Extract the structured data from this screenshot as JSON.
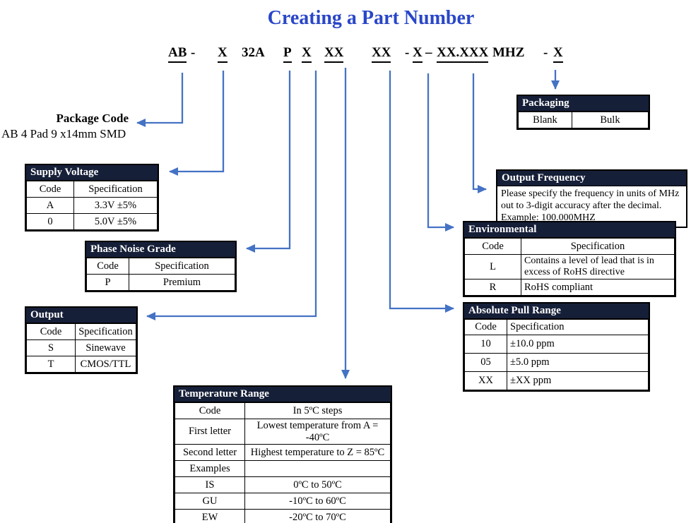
{
  "title": "Creating a Part Number",
  "colors": {
    "title_blue": "#2946C8",
    "arrow_blue": "#4472C4",
    "table_header_navy": "#161F38"
  },
  "part_number": {
    "segments": [
      {
        "text": "AB",
        "underlined": true
      },
      {
        "text": "-",
        "underlined": false
      },
      {
        "text": "X",
        "underlined": true
      },
      {
        "text": "32A",
        "underlined": false
      },
      {
        "text": "P",
        "underlined": true
      },
      {
        "text": "X",
        "underlined": true
      },
      {
        "text": "XX",
        "underlined": true
      },
      {
        "text": "XX",
        "underlined": true
      },
      {
        "text": "-",
        "underlined": false
      },
      {
        "text": "X",
        "underlined": true
      },
      {
        "text": "–",
        "underlined": false
      },
      {
        "text": "XX.XXX",
        "underlined": true
      },
      {
        "text": "MHZ",
        "underlined": false
      },
      {
        "text": "-",
        "underlined": false
      },
      {
        "text": "X",
        "underlined": true
      }
    ]
  },
  "package_code": {
    "label": "Package Code",
    "description": "AB 4 Pad 9 x14mm SMD"
  },
  "tables": {
    "packaging": {
      "title": "Packaging",
      "cells": [
        "Blank",
        "Bulk"
      ]
    },
    "supply_voltage": {
      "title": "Supply Voltage",
      "headers": [
        "Code",
        "Specification"
      ],
      "rows": [
        [
          "A",
          "3.3V ±5%"
        ],
        [
          "0",
          "5.0V ±5%"
        ]
      ]
    },
    "phase_noise_grade": {
      "title": "Phase Noise Grade",
      "headers": [
        "Code",
        "Specification"
      ],
      "rows": [
        [
          "P",
          "Premium"
        ]
      ]
    },
    "output": {
      "title": "Output",
      "headers": [
        "Code",
        "Specification"
      ],
      "rows": [
        [
          "S",
          "Sinewave"
        ],
        [
          "T",
          "CMOS/TTL"
        ]
      ]
    },
    "temperature_range": {
      "title": "Temperature Range",
      "rows": [
        [
          "Code",
          "In 5ºC steps"
        ],
        [
          "First letter",
          "Lowest temperature from A = -40ºC"
        ],
        [
          "Second letter",
          "Highest temperature to Z = 85ºC"
        ],
        [
          "Examples",
          ""
        ],
        [
          "IS",
          "0ºC to 50ºC"
        ],
        [
          "GU",
          "-10ºC to 60ºC"
        ],
        [
          "EW",
          "-20ºC to 70ºC"
        ]
      ]
    },
    "output_frequency": {
      "title": "Output Frequency",
      "body_lines": [
        "Please specify the frequency in units of MHz",
        "out to 3-digit accuracy after the decimal.",
        "Example: 100.000MHZ"
      ]
    },
    "environmental": {
      "title": "Environmental",
      "headers": [
        "Code",
        "Specification"
      ],
      "rows": [
        [
          "L",
          "Contains a level of lead that is in excess of RoHS directive"
        ],
        [
          "R",
          "RoHS compliant"
        ]
      ]
    },
    "absolute_pull_range": {
      "title": "Absolute Pull Range",
      "headers": [
        "Code",
        "Specification"
      ],
      "rows": [
        [
          "10",
          "±10.0 ppm"
        ],
        [
          "05",
          "±5.0 ppm"
        ],
        [
          "XX",
          "±XX ppm"
        ]
      ]
    }
  }
}
